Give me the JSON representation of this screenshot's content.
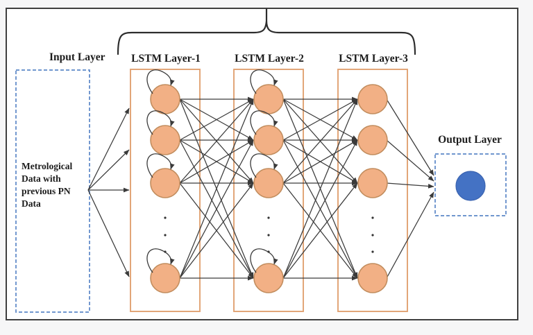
{
  "diagram": {
    "type": "lstm-neural-network-architecture",
    "input_layer": {
      "title": "Input Layer",
      "text_lines": [
        "Metrological",
        "Data with",
        "previous PN",
        "Data"
      ]
    },
    "hidden_layers": [
      {
        "title": "LSTM Layer-1",
        "self_loops": true,
        "visible_nodes": 4
      },
      {
        "title": "LSTM Layer-2",
        "self_loops": true,
        "visible_nodes": 4
      },
      {
        "title": "LSTM Layer-3",
        "self_loops": false,
        "visible_nodes": 4
      }
    ],
    "output_layer": {
      "title": "Output Layer",
      "visible_nodes": 1
    },
    "connectivity": "fully-connected between consecutive layers with arrowheads",
    "colors": {
      "page_background": "#f6f6f7",
      "outer_border": "#3f3f3f",
      "node_fill": "#f2b085",
      "node_stroke": "#c28d5e",
      "layer_box_border": "#e0a172",
      "dashed_box_border": "#5b87c7",
      "output_node_fill": "#4472c4",
      "output_node_stroke": "#3a63b0",
      "line": "#3a3a3a",
      "text": "#1b1b1b"
    }
  }
}
